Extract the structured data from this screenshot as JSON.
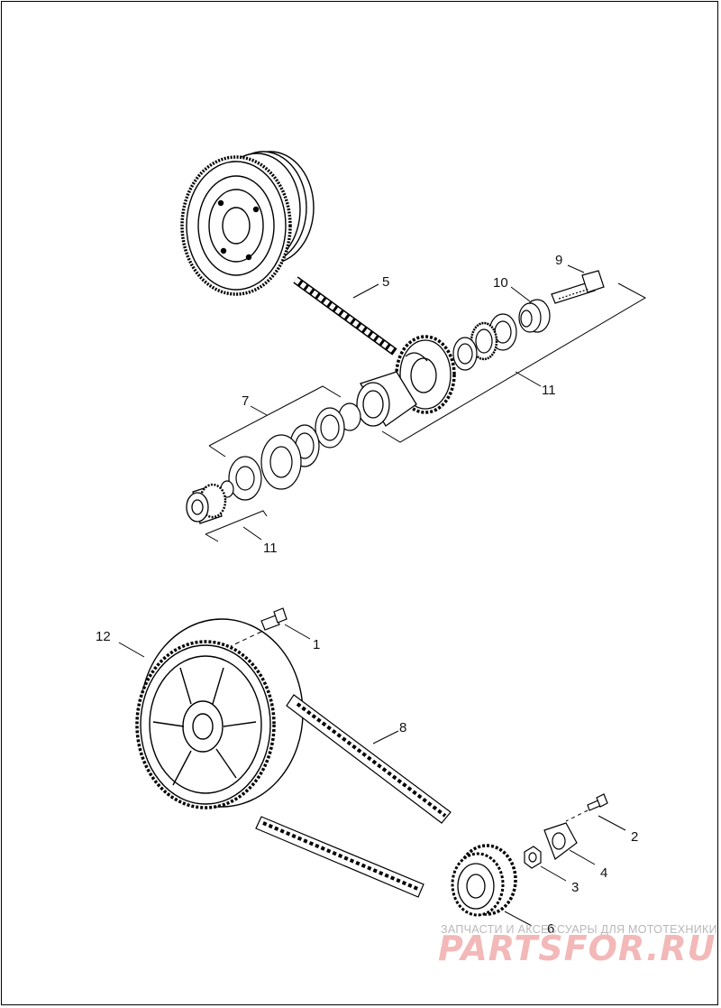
{
  "callouts": {
    "c1": "1",
    "c2": "2",
    "c3": "3",
    "c4": "4",
    "c5": "5",
    "c6": "6",
    "c7": "7",
    "c8": "8",
    "c9": "9",
    "c10": "10",
    "c11a": "11",
    "c11b": "11",
    "c12": "12"
  },
  "watermark": {
    "top_text": "ЗАПЧАСТИ И АКСЕССУАРЫ ДЛЯ МОТОТЕХНИКИ",
    "logo_text": "PARTSFOR.RU",
    "color": "#f3b8b8"
  }
}
